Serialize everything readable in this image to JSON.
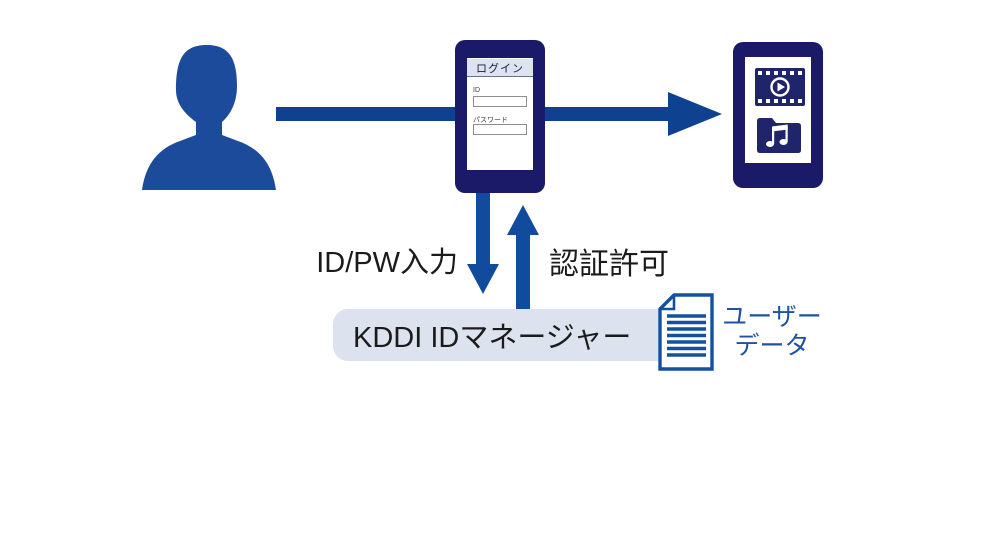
{
  "diagram": {
    "title_hint": "KDDI ID authentication flow diagram",
    "colors": {
      "background": "#ffffff",
      "person_silhouette": "#1c4b9b",
      "phone_body": "#1b1a68",
      "screen_background": "#ffffff",
      "login_header_background": "#dde3f0",
      "horizontal_arrow": "#0e418f",
      "vertical_arrow": "#114b9e",
      "manager_box_background": "#dce3ee",
      "document_blue": "#1450a0",
      "flow_label_text": "#1b1b1b",
      "user_data_text": "#1d52a4"
    },
    "login_phone": {
      "header": "ログイン",
      "id_label": "ID",
      "id_value": "",
      "password_label": "パスワード",
      "password_value": ""
    },
    "media_phone": {
      "icons": [
        "video-film-icon",
        "music-folder-icon"
      ]
    },
    "flow_labels": {
      "input": "ID/PW入力",
      "auth": "認証許可"
    },
    "manager_box": {
      "label": "KDDI IDマネージャー"
    },
    "user_data": {
      "line1": "ユーザー",
      "line2": "データ"
    }
  }
}
